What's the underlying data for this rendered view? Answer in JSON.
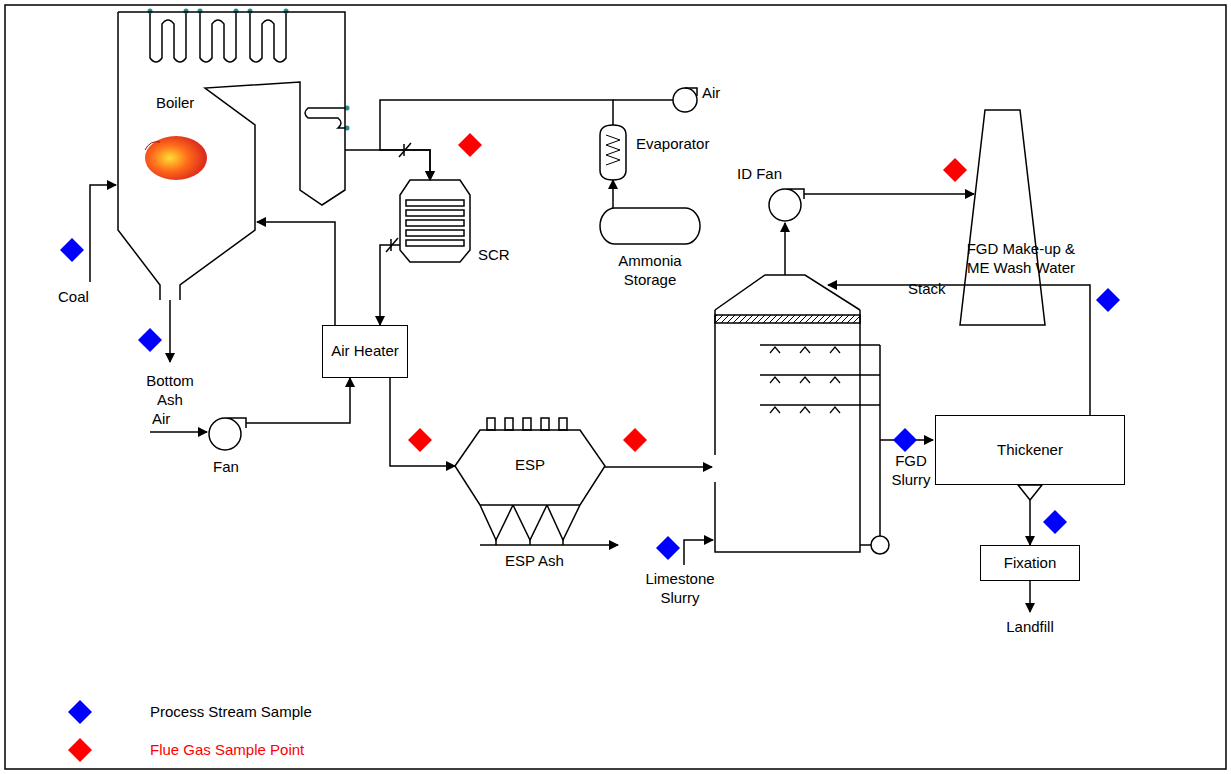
{
  "diagram": {
    "nodes": [
      {
        "text": [
          "Boiler"
        ]
      },
      {
        "text": [
          "SCR"
        ]
      },
      {
        "text": [
          "Evaporator"
        ]
      },
      {
        "text": [
          "Ammonia Storage"
        ]
      },
      {
        "text": [
          "Air Heater"
        ]
      },
      {
        "text": [
          "Fan"
        ]
      },
      {
        "text": [
          "ID Fan"
        ]
      },
      {
        "text": [
          "Stack"
        ]
      },
      {
        "text": [
          "ESP"
        ]
      },
      {
        "text": [
          "Thickener"
        ]
      },
      {
        "text": [
          "Fixation"
        ]
      }
    ],
    "edges": [
      {
        "from": 0,
        "to": 1,
        "arrow": "to"
      },
      {
        "from": 2,
        "to": 1,
        "arrow": "to"
      },
      {
        "from": 3,
        "to": 2,
        "arrow": "to"
      },
      {
        "from": 1,
        "to": 4,
        "arrow": "to"
      },
      {
        "from": 5,
        "to": 4,
        "arrow": "to"
      },
      {
        "from": 4,
        "to": 0,
        "arrow": "to"
      },
      {
        "from": 4,
        "to": 8,
        "arrow": "to"
      },
      {
        "from": 6,
        "to": 7,
        "arrow": "to"
      },
      {
        "from": 9,
        "to": 10,
        "arrow": "to"
      }
    ],
    "labels": [
      "Coal",
      "Bottom Ash",
      "Air",
      "Air",
      "ESP Ash",
      "Limestone Slurry",
      "FGD Slurry",
      "FGD Make-up & ME Wash Water",
      "Landfill"
    ],
    "legend": [
      {
        "text": "Process Stream Sample",
        "color": "#0000ff"
      },
      {
        "text": "Flue Gas Sample Point",
        "color": "#ff0000"
      }
    ]
  }
}
